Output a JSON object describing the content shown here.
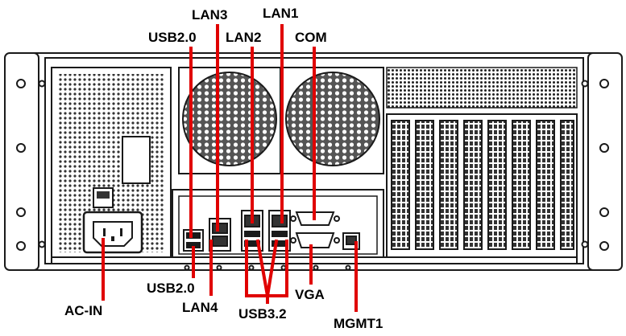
{
  "callouts": {
    "lan3": "LAN3",
    "lan1": "LAN1",
    "usb20_top": "USB2.0",
    "lan2": "LAN2",
    "com": "COM",
    "usb20_bottom": "USB2.0",
    "ac_in": "AC-IN",
    "lan4": "LAN4",
    "usb32": "USB3.2",
    "vga": "VGA",
    "mgmt1": "MGMT1"
  },
  "colors": {
    "leader_line": "#e00000",
    "outline": "#1a1a1a",
    "label_text": "#000000"
  }
}
